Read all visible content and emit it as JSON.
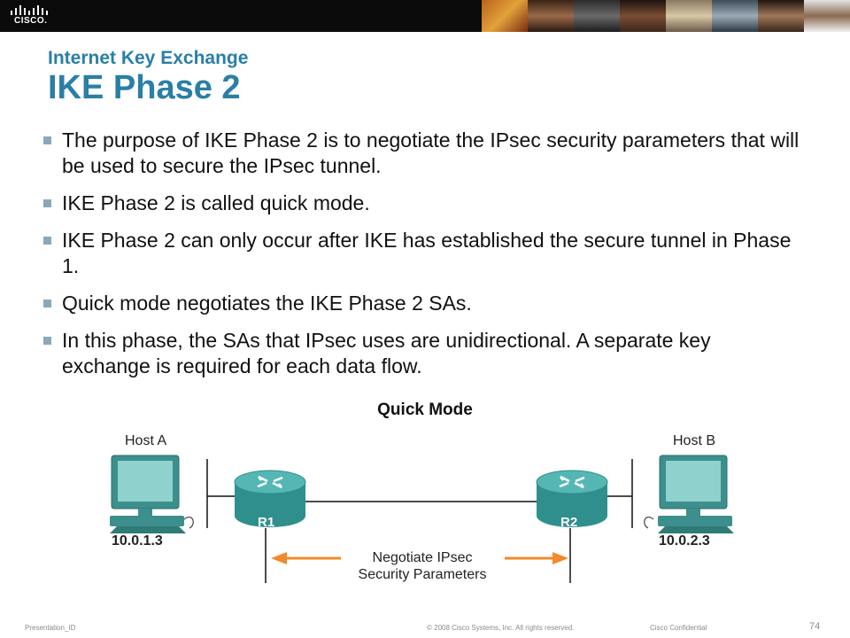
{
  "header": {
    "logo_text": "CISCO."
  },
  "slide": {
    "subtitle": "Internet Key Exchange",
    "title": "IKE Phase 2",
    "bullets": [
      "The purpose of IKE Phase 2 is to negotiate the IPsec security parameters that will be used to secure the IPsec tunnel.",
      "IKE Phase 2 is called quick mode.",
      "IKE Phase 2 can only occur after IKE has established the secure tunnel in Phase 1.",
      "Quick mode negotiates the IKE Phase 2 SAs.",
      "In this phase, the SAs that IPsec uses are unidirectional. A separate key exchange is required for each data flow."
    ]
  },
  "diagram": {
    "title": "Quick Mode",
    "host_a_label": "Host A",
    "host_a_ip": "10.0.1.3",
    "host_b_label": "Host B",
    "host_b_ip": "10.0.2.3",
    "router1_label": "R1",
    "router2_label": "R2",
    "negotiate_line1": "Negotiate IPsec",
    "negotiate_line2": "Security Parameters"
  },
  "footer": {
    "presentation_id": "Presentation_ID",
    "copyright": "© 2008 Cisco Systems, Inc. All rights reserved.",
    "confidential": "Cisco Confidential",
    "page_number": "74"
  },
  "colors": {
    "title": "#2a7fa6",
    "monitor_teal": "#4aa9a6",
    "router_teal": "#2f8f8c",
    "arrow_orange": "#f08a2a"
  }
}
